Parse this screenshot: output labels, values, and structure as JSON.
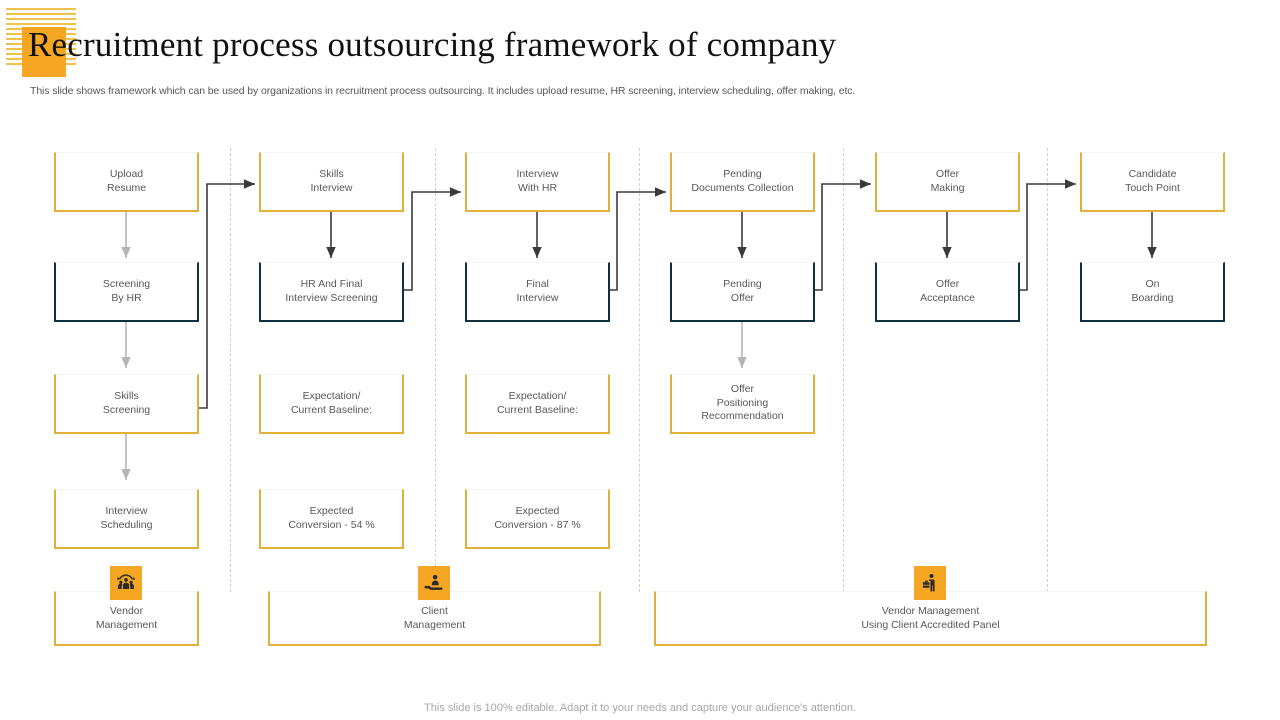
{
  "header": {
    "title": "Recruitment process outsourcing framework of company",
    "subtitle": "This slide shows framework which can be used by organizations in recruitment process outsourcing. It includes upload resume, HR screening, interview scheduling, offer making, etc.",
    "decoration_icon": "striped-square-decoration"
  },
  "footer": {
    "note": "This slide is 100% editable. Adapt it to your needs and capture your audience's attention."
  },
  "colors": {
    "gold": "#e0b03b",
    "navy": "#0f3040",
    "accent_square": "#f5a623",
    "arrow_dark": "#3a3a3a",
    "arrow_light": "#b5b5b5",
    "text": "#58585a",
    "divider": "#cfcfcf"
  },
  "flow": {
    "columns": [
      {
        "id": "col-1",
        "nodes": [
          {
            "id": "upload-resume",
            "label": "Upload\nResume",
            "style": "gold"
          },
          {
            "id": "screening-by-hr",
            "label": "Screening\nBy HR",
            "style": "navy"
          },
          {
            "id": "skills-screening",
            "label": "Skills\nScreening",
            "style": "gold"
          },
          {
            "id": "interview-scheduling",
            "label": "Interview\nScheduling",
            "style": "gold"
          }
        ]
      },
      {
        "id": "col-2",
        "nodes": [
          {
            "id": "skills-interview",
            "label": "Skills\nInterview",
            "style": "gold"
          },
          {
            "id": "hr-and-final-screening",
            "label": "HR And Final\nInterview Screening",
            "style": "navy"
          },
          {
            "id": "expectation-baseline-2",
            "label": "Expectation/\nCurrent Baseline:",
            "style": "gold"
          },
          {
            "id": "expected-conversion-54",
            "label": "Expected\nConversion - 54 %",
            "style": "gold"
          }
        ]
      },
      {
        "id": "col-3",
        "nodes": [
          {
            "id": "interview-with-hr",
            "label": "Interview\nWith HR",
            "style": "gold"
          },
          {
            "id": "final-interview",
            "label": "Final\nInterview",
            "style": "navy"
          },
          {
            "id": "expectation-baseline-3",
            "label": "Expectation/\nCurrent Baseline:",
            "style": "gold"
          },
          {
            "id": "expected-conversion-87",
            "label": "Expected\nConversion - 87 %",
            "style": "gold"
          }
        ]
      },
      {
        "id": "col-4",
        "nodes": [
          {
            "id": "pending-documents-collection",
            "label": "Pending\nDocuments Collection",
            "style": "gold"
          },
          {
            "id": "pending-offer",
            "label": "Pending\nOffer",
            "style": "navy"
          },
          {
            "id": "offer-positioning",
            "label": "Offer\nPositioning\nRecommendation",
            "style": "gold"
          }
        ]
      },
      {
        "id": "col-5",
        "nodes": [
          {
            "id": "offer-making",
            "label": "Offer\nMaking",
            "style": "gold"
          },
          {
            "id": "offer-acceptance",
            "label": "Offer\nAcceptance",
            "style": "navy"
          }
        ]
      },
      {
        "id": "col-6",
        "nodes": [
          {
            "id": "candidate-touch-point",
            "label": "Candidate\nTouch Point",
            "style": "gold"
          },
          {
            "id": "on-boarding",
            "label": "On\nBoarding",
            "style": "navy"
          }
        ]
      }
    ]
  },
  "management": [
    {
      "id": "vendor-management",
      "label": "Vendor\nManagement",
      "icon": "people-cycle-icon"
    },
    {
      "id": "client-management",
      "label": "Client\nManagement",
      "icon": "hand-person-icon"
    },
    {
      "id": "vendor-management-accredited",
      "label": "Vendor Management\nUsing Client Accredited Panel",
      "icon": "person-briefcase-icon"
    }
  ]
}
